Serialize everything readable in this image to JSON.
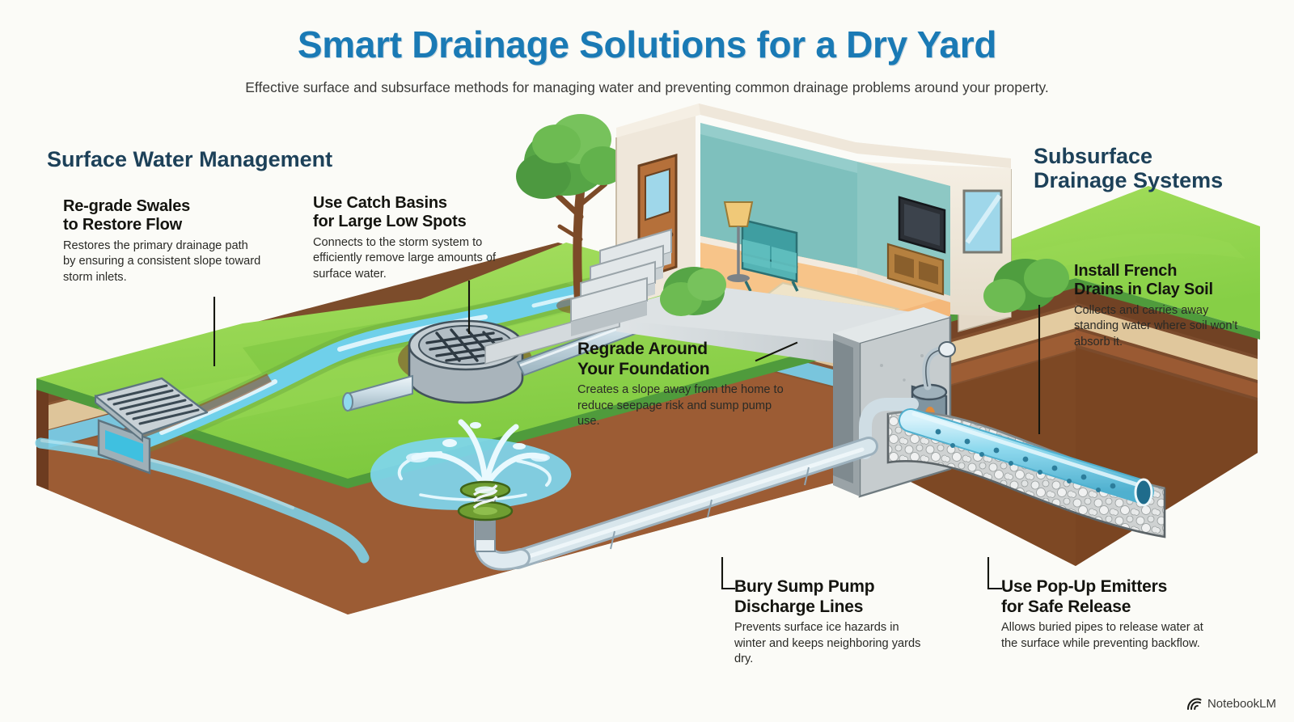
{
  "header": {
    "title": "Smart Drainage Solutions for a Dry Yard",
    "subtitle": "Effective surface and subsurface methods for managing water and preventing common drainage problems around your property.",
    "title_color": "#1a7ab5",
    "subtitle_color": "#3a3a38"
  },
  "sections": {
    "left": {
      "heading": "Surface Water Management",
      "color": "#1d4159"
    },
    "right": {
      "heading_line1": "Subsurface",
      "heading_line2": "Drainage Systems",
      "color": "#1d4159"
    }
  },
  "callouts": [
    {
      "id": "swales",
      "title_line1": "Re-grade Swales",
      "title_line2": "to Restore Flow",
      "body": "Restores the primary drainage path by ensuring a consistent slope toward storm inlets."
    },
    {
      "id": "catch-basins",
      "title_line1": "Use Catch Basins",
      "title_line2": "for Large Low Spots",
      "body": "Connects to the storm system to efficiently remove large amounts of surface water."
    },
    {
      "id": "regrade-foundation",
      "title_line1": "Regrade Around",
      "title_line2": "Your Foundation",
      "body": "Creates a slope away from the home to reduce seepage risk and sump pump use."
    },
    {
      "id": "french-drains",
      "title_line1": "Install French",
      "title_line2": "Drains in Clay Soil",
      "body": "Collects and carries away standing water where soil won't absorb it."
    },
    {
      "id": "sump-discharge",
      "title_line1": "Bury Sump Pump",
      "title_line2": "Discharge Lines",
      "body": "Prevents surface ice hazards in winter and keeps neighboring yards dry."
    },
    {
      "id": "popup-emitters",
      "title_line1": "Use Pop-Up Emitters",
      "title_line2": "for Safe Release",
      "body": "Allows buried pipes to release water at the surface while preventing backflow."
    }
  ],
  "watermark": {
    "label": "NotebookLM"
  },
  "palette": {
    "background": "#fbfbf7",
    "grass_top": "#8fd24a",
    "grass_light": "#a3de5e",
    "grass_shadow": "#6fb93a",
    "grass_edge": "#3f8e3a",
    "topsoil": "#7a4b2c",
    "soil_mid": "#8a5733",
    "sand": "#e3cba0",
    "water_table": "#7fc9e0",
    "clay": "#9a5a33",
    "clay_dark": "#6d3c20",
    "water": "#6fd0ea",
    "water_light": "#bde9f5",
    "pipe": "#cfdde4",
    "pipe_edge": "#7e99a6",
    "concrete": "#c9cfd2",
    "metal": "#a9b4bb",
    "gravel": "#d8dada",
    "house_wall": "#f0e9dd",
    "house_wall_shade": "#ded3c4",
    "interior_wall": "#7ec0bd",
    "floor": "#f4b87a",
    "rug": "#efe4c9",
    "door": "#b5703a",
    "sofa": "#46a5a8",
    "tv": "#2b2f35",
    "tree_leaf": "#56a546",
    "tree_leaf_light": "#77c25c",
    "trunk": "#7c4a28",
    "emitter_green": "#6f9e32"
  },
  "illustration": {
    "elements": [
      "storm-inlet-grate",
      "swale-channel",
      "catch-basin",
      "catch-basin-pipe",
      "house-cutaway",
      "front-steps",
      "tree",
      "shrubs",
      "basement-foundation",
      "sump-pump",
      "sump-discharge-pipe",
      "popup-emitter",
      "ponding-water",
      "french-drain-pipe",
      "gravel-bed",
      "soil-strata",
      "water-table-stream"
    ]
  }
}
